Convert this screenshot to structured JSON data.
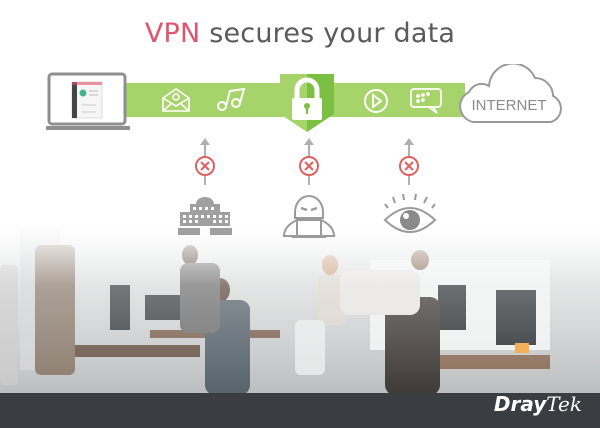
{
  "title": {
    "accent": "VPN",
    "rest": "secures your data"
  },
  "colors": {
    "accent": "#e05470",
    "band": "#a6d46a",
    "shield_dark": "#7cc043",
    "icon_gray": "#9a9a9a",
    "block_red": "#e06060",
    "footer": "#3a3d41"
  },
  "tunnel": {
    "endpoint_left": "laptop-icon",
    "endpoint_right_label": "INTERNET",
    "icons": [
      "email-icon",
      "music-icon",
      "lock-shield-icon",
      "play-icon",
      "chat-icon"
    ]
  },
  "threats": [
    {
      "name": "government-building-icon",
      "status": "blocked"
    },
    {
      "name": "hacker-icon",
      "status": "blocked"
    },
    {
      "name": "eye-surveillance-icon",
      "status": "blocked"
    }
  ],
  "background": "office-photo",
  "brand": {
    "bold": "Dray",
    "light": "Tek"
  }
}
